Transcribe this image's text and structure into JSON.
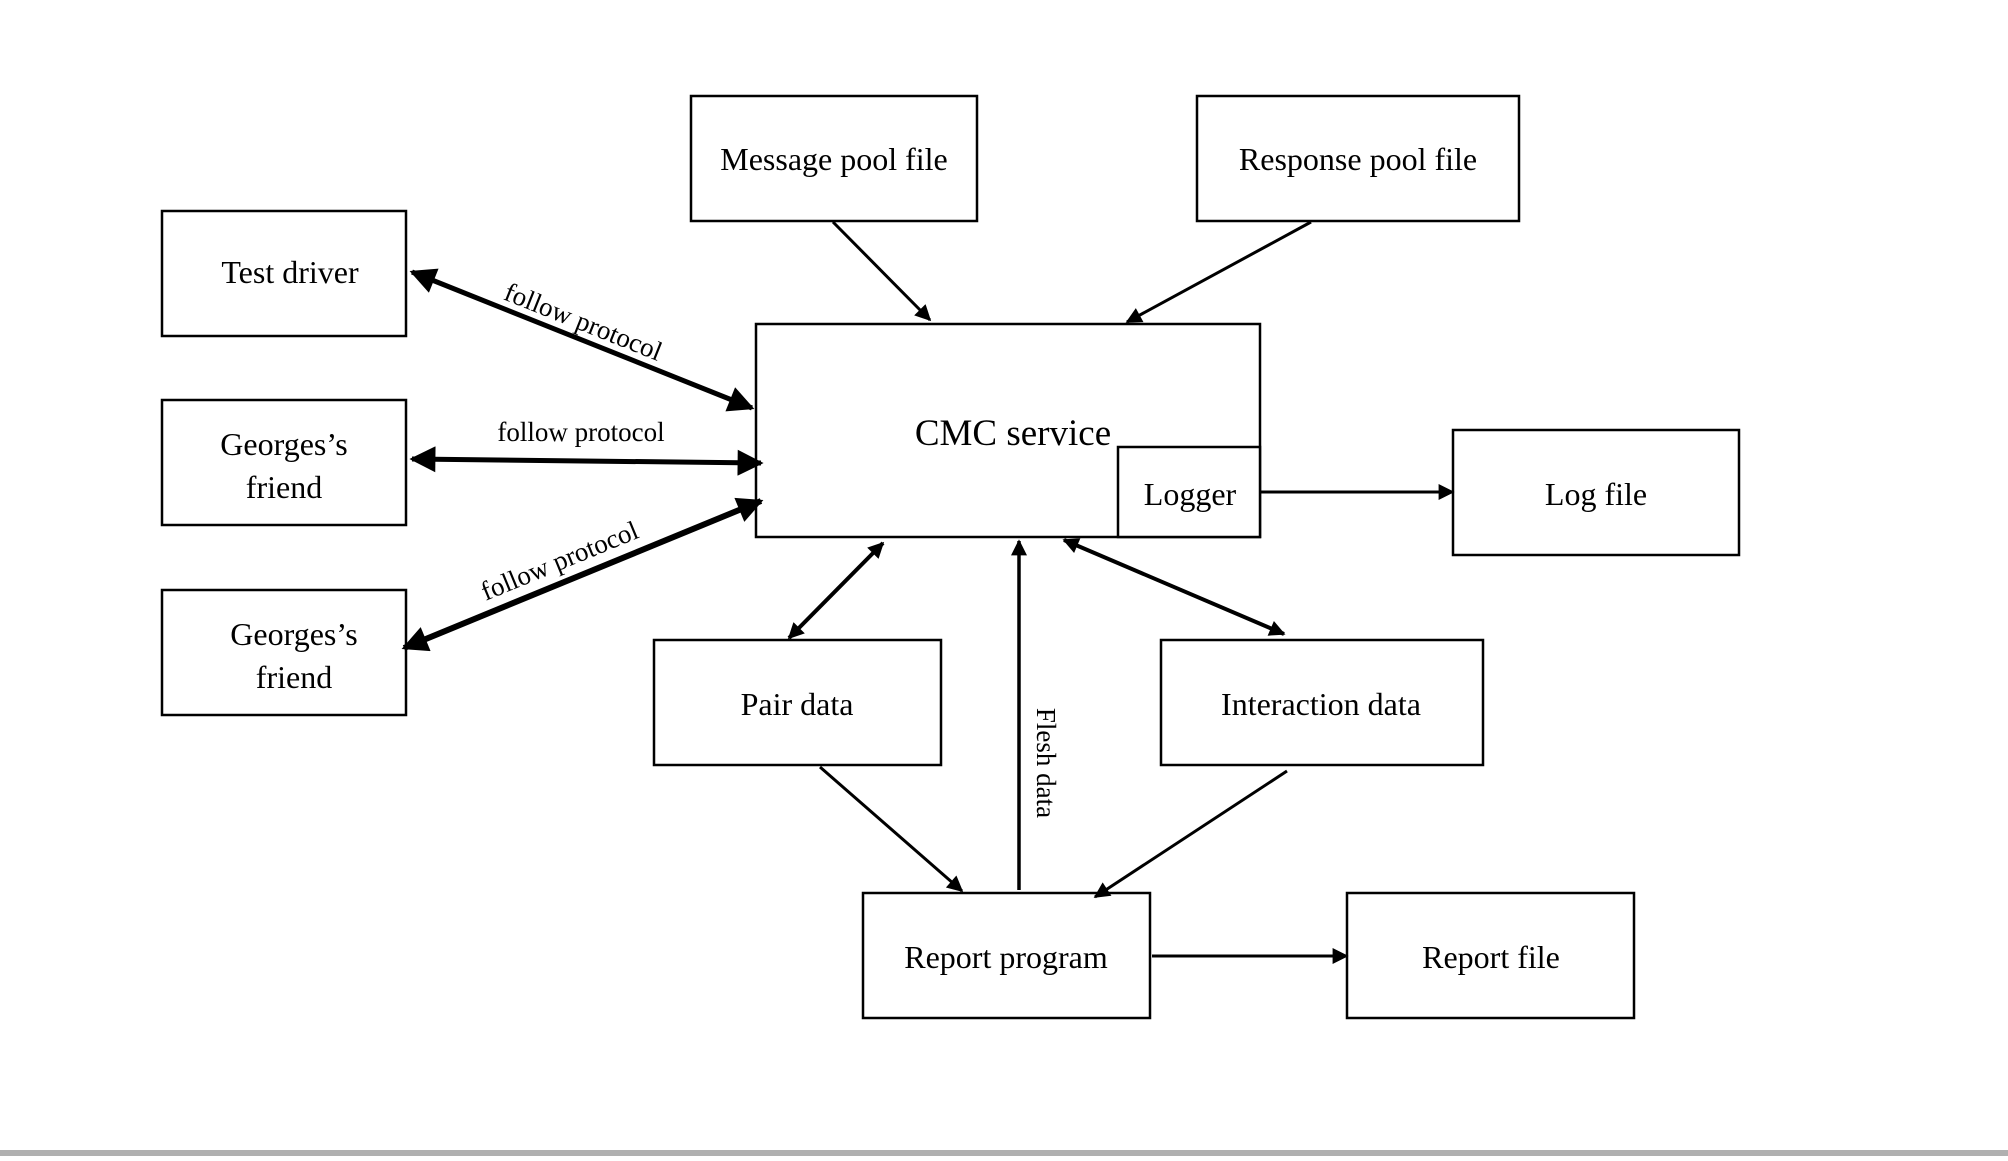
{
  "diagram": {
    "nodes": {
      "message_pool": "Message pool file",
      "response_pool": "Response pool file",
      "test_driver": "Test driver",
      "friend_1": [
        "Georges’s",
        "friend"
      ],
      "friend_2": [
        "Georges’s",
        "friend"
      ],
      "cmc_service": "CMC service",
      "logger": "Logger",
      "log_file": "Log file",
      "pair_data": "Pair data",
      "interaction_data": "Interaction data",
      "report_program": "Report program",
      "report_file": "Report file"
    },
    "edges": {
      "protocol_1": "follow protocol",
      "protocol_2": "follow protocol",
      "protocol_3": "follow protocol",
      "flesh_data": "Flesh data"
    }
  },
  "colors": {
    "stroke": "#000000",
    "background": "#ffffff",
    "bottom_rule": "#b0b0b0"
  }
}
